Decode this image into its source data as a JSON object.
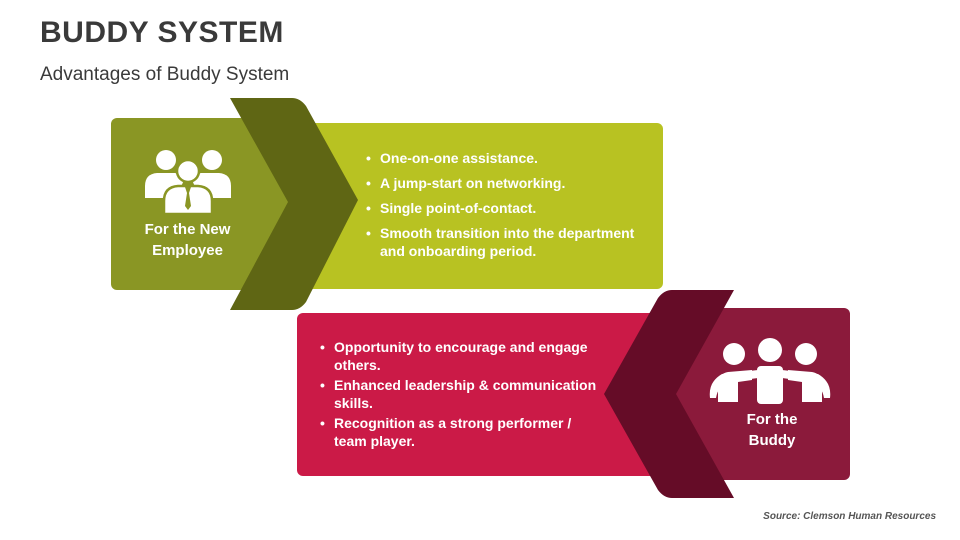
{
  "slide": {
    "title": "BUDDY SYSTEM",
    "subtitle": "Advantages of Buddy System",
    "source": "Source: Clemson Human Resources"
  },
  "new_employee": {
    "label": "For the New Employee",
    "icon": "three-people-group-icon",
    "items": [
      "One-on-one assistance.",
      "A jump-start on networking.",
      "Single point-of-contact.",
      "Smooth transition into the department and onboarding period."
    ]
  },
  "buddy": {
    "label": "For the Buddy",
    "icon": "people-embracing-icon",
    "items": [
      "Opportunity to encourage and engage others.",
      "Enhanced leadership & communication skills.",
      "Recognition as a strong performer / team player."
    ]
  },
  "colors": {
    "green_dark": "#8a9624",
    "green_light": "#b8c222",
    "green_chevron": "#5f6614",
    "red_light": "#cb1a47",
    "red_dark": "#8b1a3b",
    "red_chevron": "#650c27"
  }
}
